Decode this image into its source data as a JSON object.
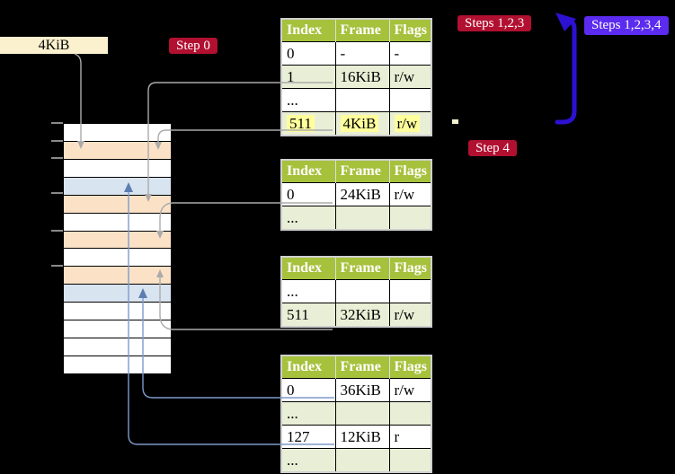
{
  "top_box": {
    "label": "4KiB"
  },
  "step_labels": {
    "step0": "Step 0",
    "steps123": "Steps 1,2,3",
    "steps1234": "Steps 1,2,3,4",
    "step4": "Step 4"
  },
  "memory_strip": {
    "row_colors": [
      "white",
      "peach",
      "white",
      "blue",
      "peach",
      "white",
      "peach",
      "white",
      "peach",
      "blue",
      "white",
      "white",
      "white",
      "white"
    ]
  },
  "tables": [
    {
      "name": "page-table-top",
      "headers": [
        "Index",
        "Frame",
        "Flags"
      ],
      "rows": [
        {
          "cells": [
            "0",
            "-",
            "-"
          ],
          "shaded": false,
          "highlighted": false
        },
        {
          "cells": [
            "1",
            "16KiB",
            "r/w"
          ],
          "shaded": true,
          "highlighted": false
        },
        {
          "cells": [
            "...",
            "",
            ""
          ],
          "shaded": false,
          "highlighted": false
        },
        {
          "cells": [
            "511",
            "4KiB",
            "r/w"
          ],
          "shaded": true,
          "highlighted": true
        }
      ]
    },
    {
      "name": "page-table-second",
      "headers": [
        "Index",
        "Frame",
        "Flags"
      ],
      "rows": [
        {
          "cells": [
            "0",
            "24KiB",
            "r/w"
          ],
          "shaded": false,
          "highlighted": false
        },
        {
          "cells": [
            "...",
            "",
            ""
          ],
          "shaded": true,
          "highlighted": false
        }
      ]
    },
    {
      "name": "page-table-third",
      "headers": [
        "Index",
        "Frame",
        "Flags"
      ],
      "rows": [
        {
          "cells": [
            "...",
            "",
            ""
          ],
          "shaded": false,
          "highlighted": false
        },
        {
          "cells": [
            "511",
            "32KiB",
            "r/w"
          ],
          "shaded": true,
          "highlighted": false
        }
      ]
    },
    {
      "name": "page-table-fourth",
      "headers": [
        "Index",
        "Frame",
        "Flags"
      ],
      "rows": [
        {
          "cells": [
            "0",
            "36KiB",
            "r/w"
          ],
          "shaded": false,
          "highlighted": false
        },
        {
          "cells": [
            "...",
            "",
            ""
          ],
          "shaded": true,
          "highlighted": false
        },
        {
          "cells": [
            "127",
            "12KiB",
            "r"
          ],
          "shaded": false,
          "highlighted": false
        },
        {
          "cells": [
            "...",
            "",
            ""
          ],
          "shaded": true,
          "highlighted": false
        }
      ]
    }
  ],
  "colors": {
    "header-green": "#a6c13c",
    "shade-green": "#e9efd6",
    "highlight-yellow": "#ffff9c",
    "crimson": "#b11031",
    "violet": "#5b2bf0",
    "arrow-blue": "#2c11d3",
    "peach": "#fbe2c7",
    "pale-blue": "#d9e4f1",
    "cream": "#fbf1ce",
    "gray-line": "#ababab",
    "steel-line": "#7e9ac9",
    "steel-arrow": "#5d7db2"
  }
}
